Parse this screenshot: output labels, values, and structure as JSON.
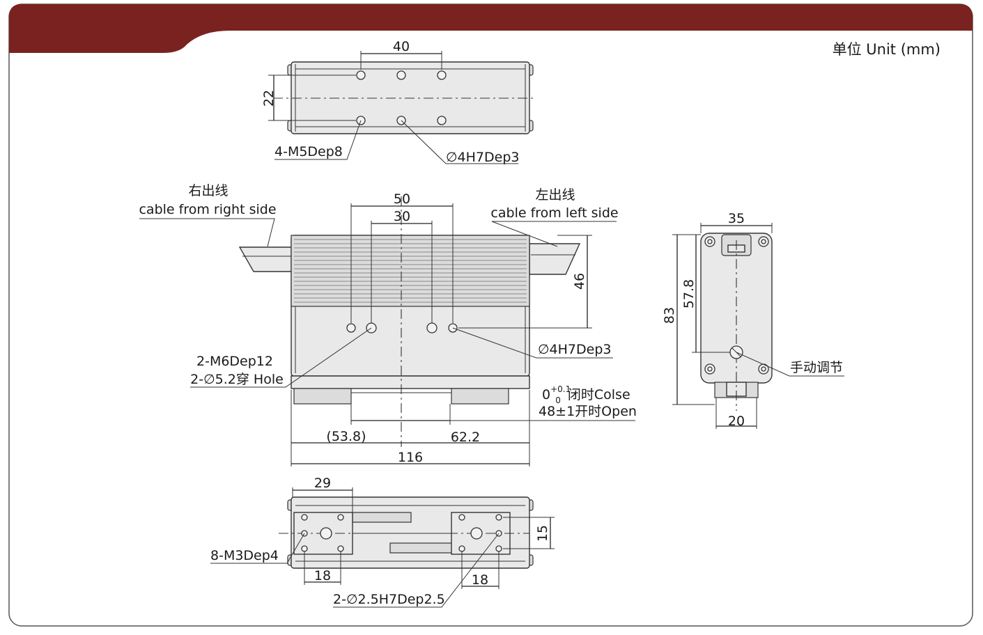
{
  "header": {
    "brand_color": "#7a2220",
    "unit_label": "单位 Unit (mm)"
  },
  "top_view": {
    "dim_hole_spacing": "40",
    "dim_row_spacing": "22",
    "callout_threads": "4-M5Dep8",
    "callout_pin": "∅4H7Dep3"
  },
  "front_view": {
    "dim_outer_holes": "50",
    "dim_inner_holes": "30",
    "dim_height": "46",
    "cable_right_cn": "右出线",
    "cable_right_en": "cable from right side",
    "cable_left_cn": "左出线",
    "cable_left_en": "cable from left side",
    "callout_thread_1": "2-M6Dep12",
    "callout_thread_2": "2-∅5.2穿 Hole",
    "callout_pin": "∅4H7Dep3",
    "stroke_close_base": "0",
    "stroke_close_sup": "+0.1",
    "stroke_close_sub": "0",
    "stroke_close_text": "闭时Colse",
    "stroke_open": "48±1开时Open",
    "dim_left": "(53.8)",
    "dim_right": "62.2",
    "dim_total": "116"
  },
  "side_view": {
    "dim_width": "35",
    "dim_total_height": "83",
    "dim_knob_height": "57.8",
    "dim_base": "20",
    "callout_adjust": "手动调节"
  },
  "bottom_view": {
    "dim_offset": "29",
    "dim_pitch": "15",
    "dim_left_jaw": "18",
    "dim_right_jaw": "18",
    "callout_threads": "8-M3Dep4",
    "callout_pins": "2-∅2.5H7Dep2.5"
  }
}
